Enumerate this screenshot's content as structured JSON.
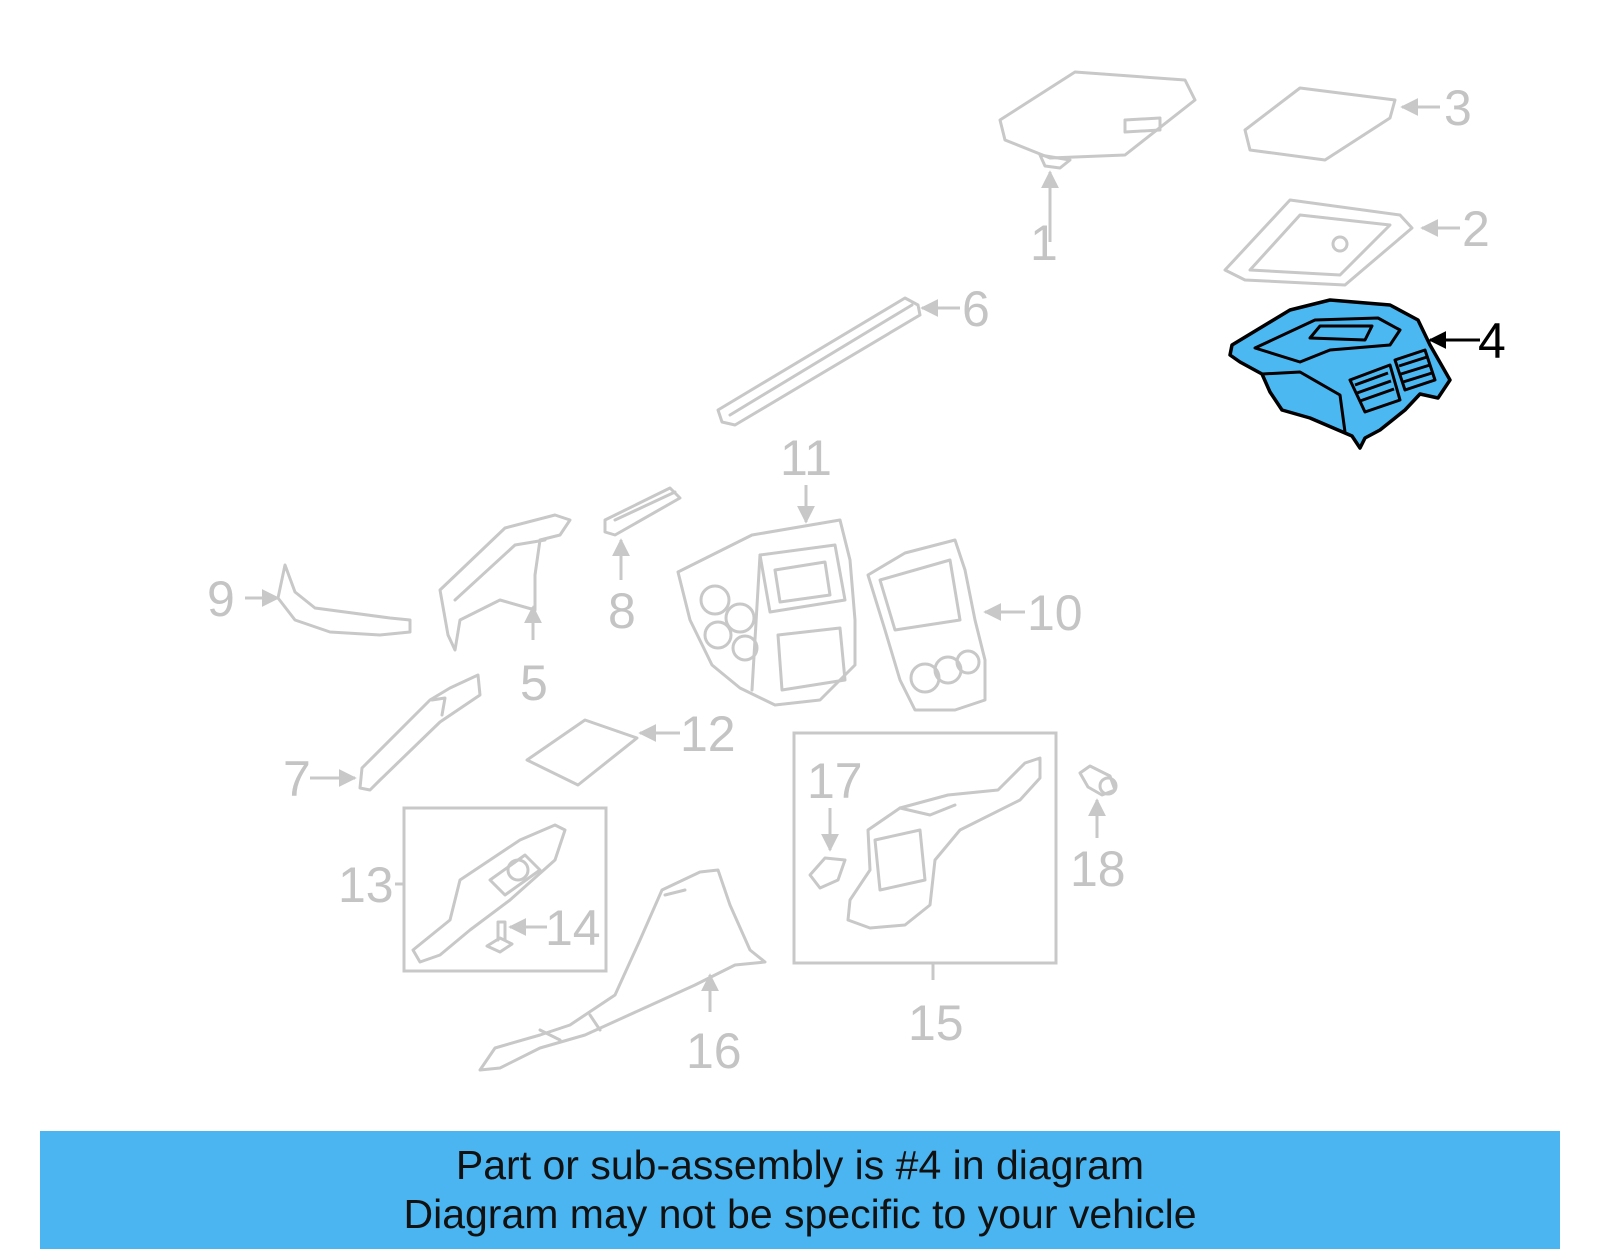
{
  "diagram": {
    "highlight_color": "#4cb8f2",
    "callouts": [
      {
        "id": "1",
        "label": "1"
      },
      {
        "id": "2",
        "label": "2"
      },
      {
        "id": "3",
        "label": "3"
      },
      {
        "id": "4",
        "label": "4",
        "highlighted": true
      },
      {
        "id": "5",
        "label": "5"
      },
      {
        "id": "6",
        "label": "6"
      },
      {
        "id": "7",
        "label": "7"
      },
      {
        "id": "8",
        "label": "8"
      },
      {
        "id": "9",
        "label": "9"
      },
      {
        "id": "10",
        "label": "10"
      },
      {
        "id": "11",
        "label": "11"
      },
      {
        "id": "12",
        "label": "12"
      },
      {
        "id": "13",
        "label": "13"
      },
      {
        "id": "14",
        "label": "14"
      },
      {
        "id": "15",
        "label": "15"
      },
      {
        "id": "16",
        "label": "16"
      },
      {
        "id": "17",
        "label": "17"
      },
      {
        "id": "18",
        "label": "18"
      }
    ]
  },
  "banner": {
    "color": "#4ab5f0",
    "line1": "Part or sub-assembly is #4 in diagram",
    "line2": "Diagram may not be specific to your vehicle"
  }
}
